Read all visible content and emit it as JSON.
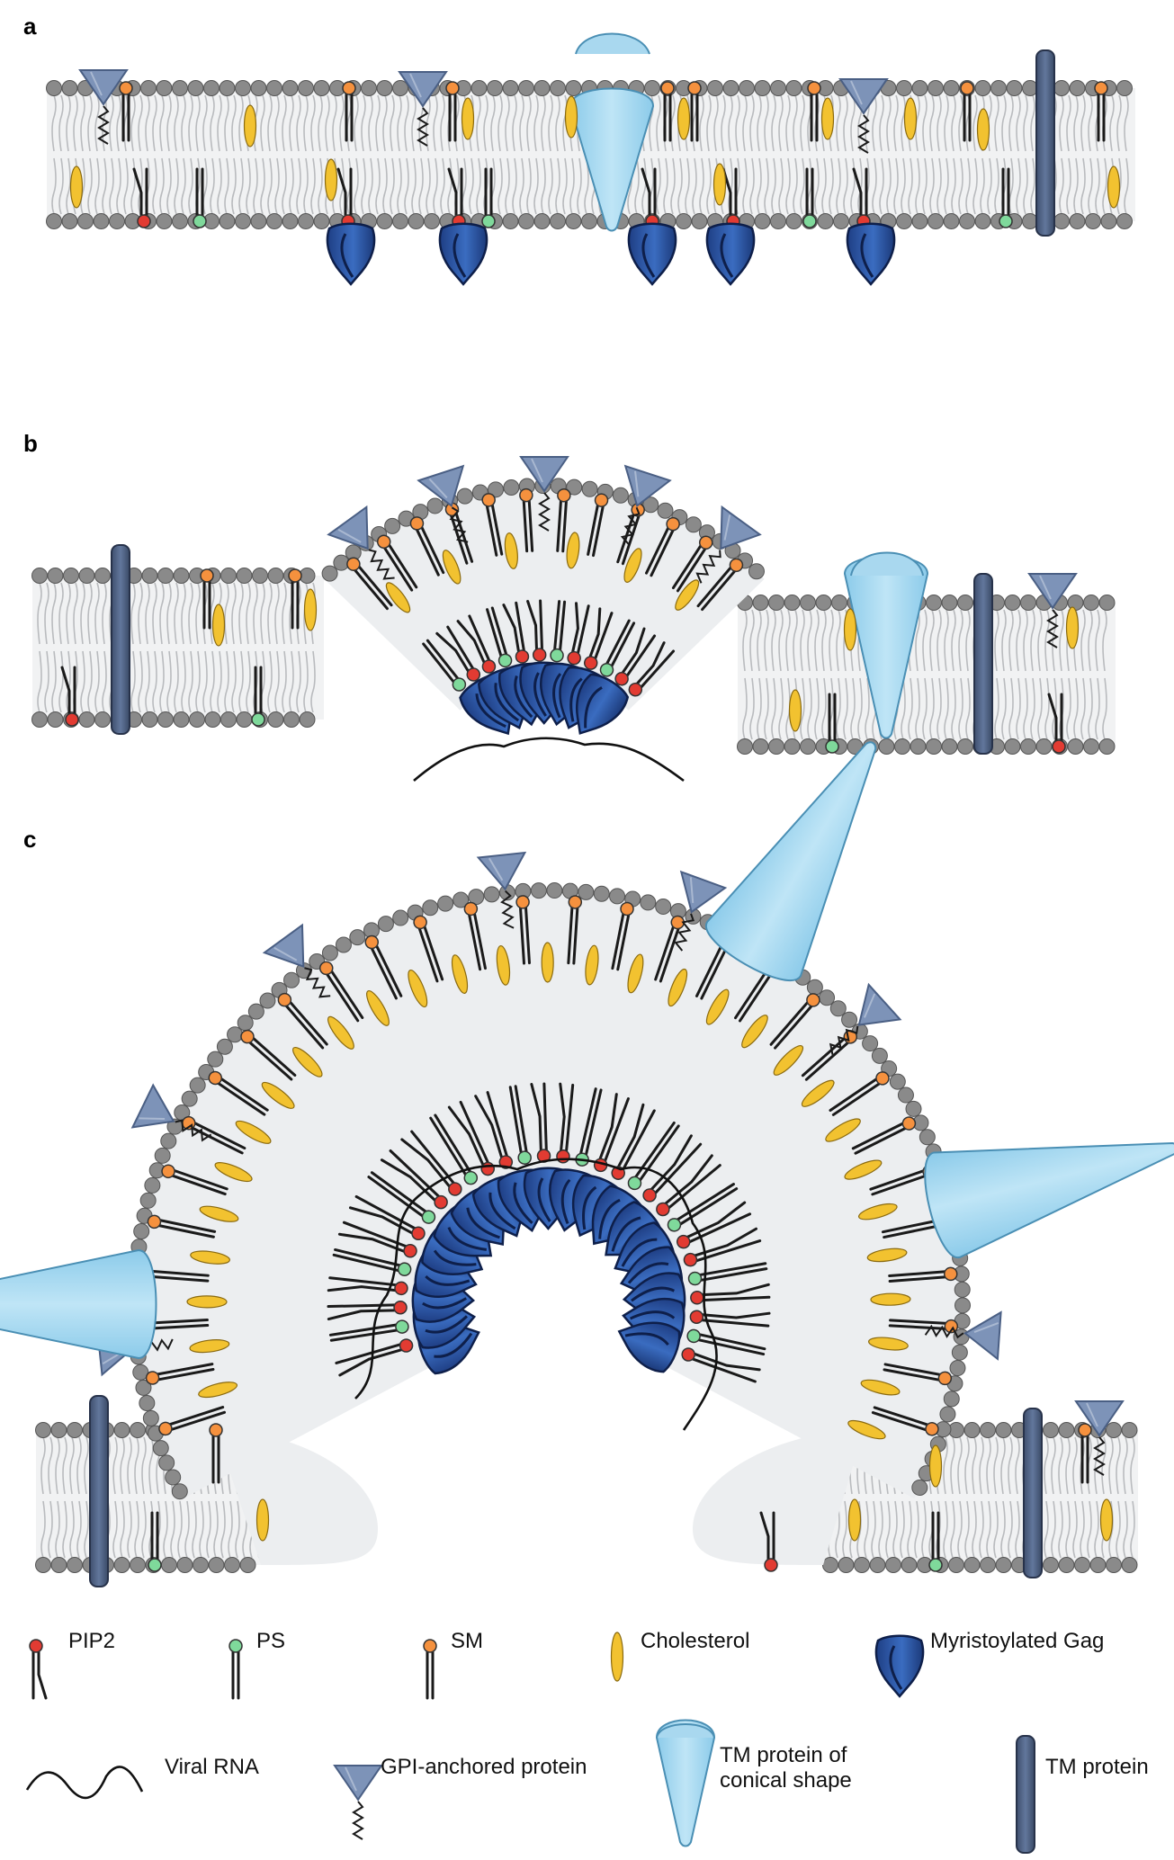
{
  "panels": [
    {
      "id": "a",
      "label": "a"
    },
    {
      "id": "b",
      "label": "b"
    },
    {
      "id": "c",
      "label": "c"
    }
  ],
  "legend": [
    {
      "key": "pip2",
      "label": "PIP2",
      "color": "#e23b32"
    },
    {
      "key": "ps",
      "label": "PS",
      "color": "#7fd99b"
    },
    {
      "key": "sm",
      "label": "SM",
      "color": "#f5913e"
    },
    {
      "key": "cholesterol",
      "label": "Cholesterol",
      "color": "#f2c230"
    },
    {
      "key": "gag",
      "label": "Myristoylated Gag",
      "color": "#2f5aa8"
    },
    {
      "key": "rna",
      "label": "Viral RNA",
      "color": "#111111"
    },
    {
      "key": "gpi",
      "label": "GPI-anchored protein",
      "color": "#7d93b8"
    },
    {
      "key": "tmcone",
      "label": "TM protein of conical shape",
      "color": "#a9d8ef"
    },
    {
      "key": "tm",
      "label": "TM protein",
      "color": "#4f6283"
    }
  ]
}
